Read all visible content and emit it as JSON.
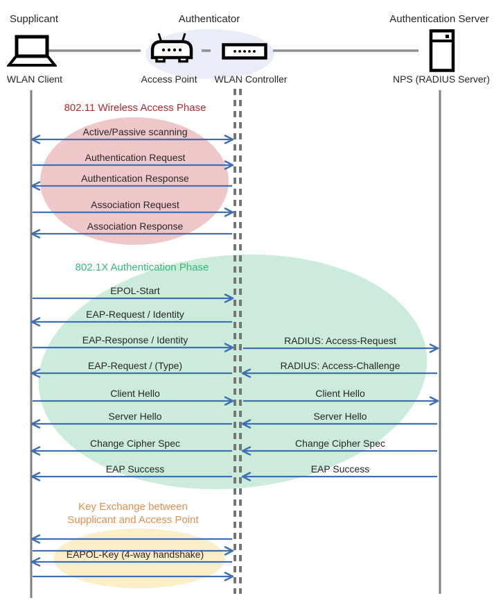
{
  "colors": {
    "arrow": "#3E6FB5",
    "lifeline": "#7F7F7F",
    "mid_lifeline": "#757575",
    "connector": "#8F8F8F",
    "text": "#262626",
    "ellipse_blue": "#E9EDF7",
    "ellipse_pink": "#F0C7C9",
    "ellipse_green": "#CBEBDB",
    "ellipse_yellow": "#FCEFC8"
  },
  "actors": {
    "supplicant": {
      "role": "Supplicant",
      "device": "WLAN Client"
    },
    "authenticator": {
      "role": "Authenticator",
      "devices": [
        "Access Point",
        "WLAN Controller"
      ]
    },
    "authentication_server": {
      "role": "Authentication Server",
      "device": "NPS (RADIUS Server)"
    }
  },
  "phases": [
    {
      "title": "802.11 Wireless Access Phase",
      "color": "#B02B2F"
    },
    {
      "title": "802.1X Authentication Phase",
      "color": "#35B877"
    },
    {
      "title": "Key Exchange between\nSupplicant and Access Point",
      "color": "#E58E4D"
    }
  ],
  "messages": {
    "client_ap": [
      {
        "label": "Active/Passive scanning",
        "direction": "both"
      },
      {
        "label": "Authentication Request",
        "direction": "right"
      },
      {
        "label": "Authentication Response",
        "direction": "left"
      },
      {
        "label": "Association Request",
        "direction": "right"
      },
      {
        "label": "Association Response",
        "direction": "left"
      },
      {
        "label": "EPOL-Start",
        "direction": "right"
      },
      {
        "label": "EAP-Request / Identity",
        "direction": "left"
      },
      {
        "label": "EAP-Response / Identity",
        "direction": "right"
      },
      {
        "label": "EAP-Request / (Type)",
        "direction": "left"
      },
      {
        "label": "Client Hello",
        "direction": "right"
      },
      {
        "label": "Server Hello",
        "direction": "left"
      },
      {
        "label": "Change Cipher Spec",
        "direction": "left"
      },
      {
        "label": "EAP Success",
        "direction": "left"
      },
      {
        "label": "",
        "direction": "left"
      },
      {
        "label": "",
        "direction": "right"
      },
      {
        "label": "EAPOL-Key (4-way handshake)",
        "direction": "left"
      },
      {
        "label": "",
        "direction": "right"
      }
    ],
    "ap_server": [
      {
        "label": "RADIUS: Access-Request",
        "direction": "right"
      },
      {
        "label": "RADIUS: Access-Challenge",
        "direction": "left"
      },
      {
        "label": "Client Hello",
        "direction": "right"
      },
      {
        "label": "Server Hello",
        "direction": "left"
      },
      {
        "label": "Change Cipher Spec",
        "direction": "left"
      },
      {
        "label": "EAP Success",
        "direction": "left"
      }
    ]
  }
}
